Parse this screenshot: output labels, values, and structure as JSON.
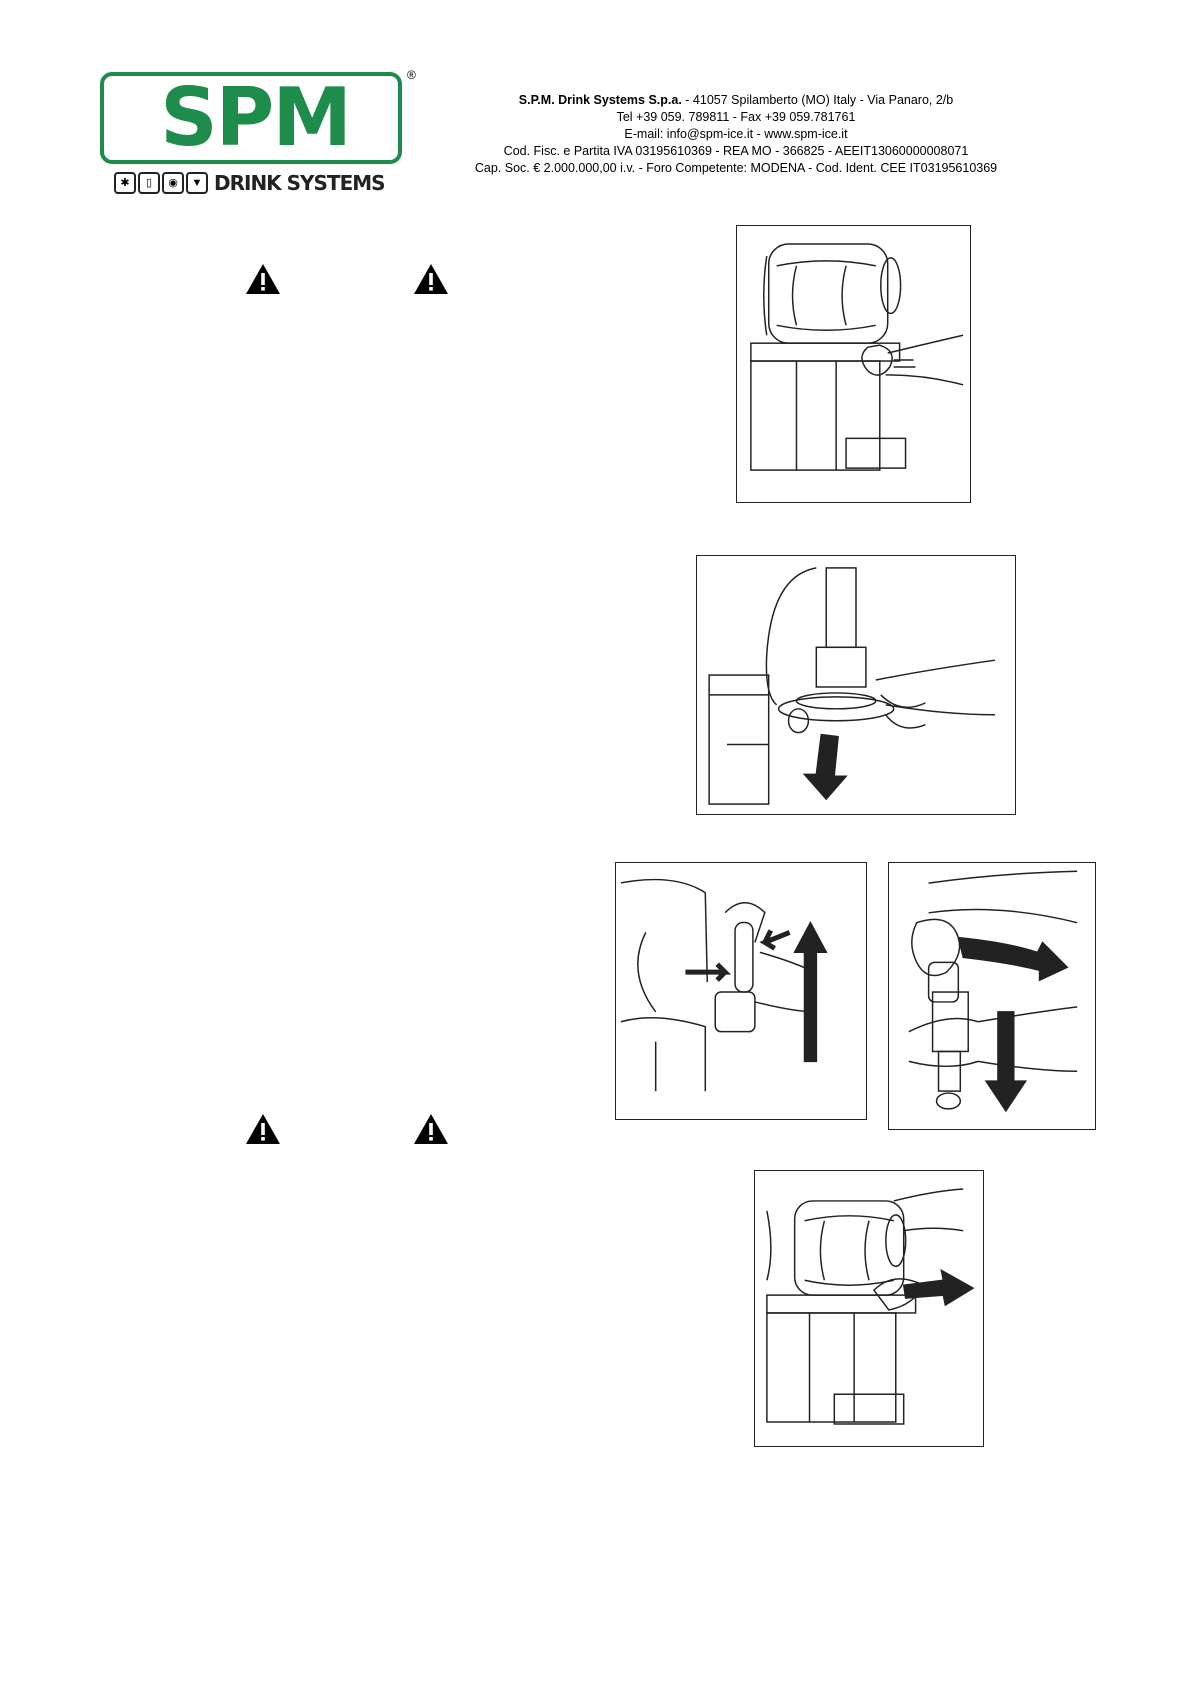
{
  "logo": {
    "brand": "SPM",
    "registered": "®",
    "tagline": "DRINK SYSTEMS",
    "sub_icons": [
      "snowflake-icon",
      "cup-icon",
      "drink-icon",
      "cone-icon"
    ]
  },
  "company": {
    "name": "S.P.M. Drink Systems S.p.a.",
    "address": "- 41057 Spilamberto (MO) Italy - Via Panaro, 2/b",
    "phone": "Tel +39 059. 789811 - Fax +39 059.781761",
    "email": "E-mail: info@spm-ice.it  - www.spm-ice.it",
    "tax": "Cod. Fisc. e Partita IVA 03195610369 - REA MO - 366825 - AEEIT13060000008071",
    "capital": "Cap. Soc. € 2.000.000,00 i.v. - Foro Competente: MODENA - Cod. Ident. CEE IT03195610369"
  },
  "warning_icons": [
    "warning-icon",
    "warning-icon",
    "warning-icon",
    "warning-icon"
  ],
  "figures": [
    {
      "name": "figure-dispenser-tap",
      "icon": "machine-illustration"
    },
    {
      "name": "figure-remove-tap",
      "icon": "tap-removal-illustration"
    },
    {
      "name": "figure-lift-lever",
      "icon": "lever-lift-illustration"
    },
    {
      "name": "figure-extract-piston",
      "icon": "piston-extract-illustration"
    },
    {
      "name": "figure-remove-bowl",
      "icon": "bowl-removal-illustration"
    }
  ],
  "colors": {
    "brand_green": "#1e8c4a"
  }
}
